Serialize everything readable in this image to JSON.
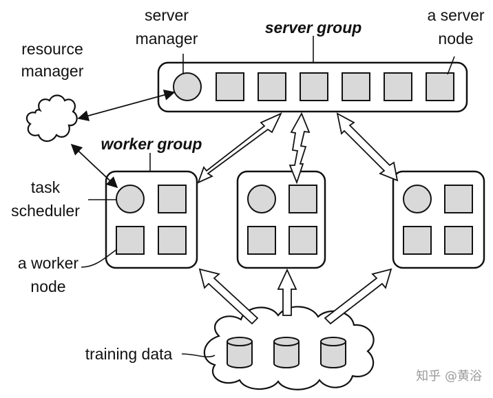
{
  "labels": {
    "server_manager_1": "server",
    "server_manager_2": "manager",
    "server_group": "server group",
    "server_node_1": "a server",
    "server_node_2": "node",
    "resource_manager_1": "resource",
    "resource_manager_2": "manager",
    "worker_group": "worker group",
    "task_scheduler_1": "task",
    "task_scheduler_2": "scheduler",
    "worker_node_1": "a worker",
    "worker_node_2": "node",
    "training_data": "training data"
  },
  "watermark": "知乎 @黄浴",
  "colors": {
    "node_fill": "#d9d9d9",
    "stroke": "#111111",
    "watermark": "#9a9a9a"
  }
}
